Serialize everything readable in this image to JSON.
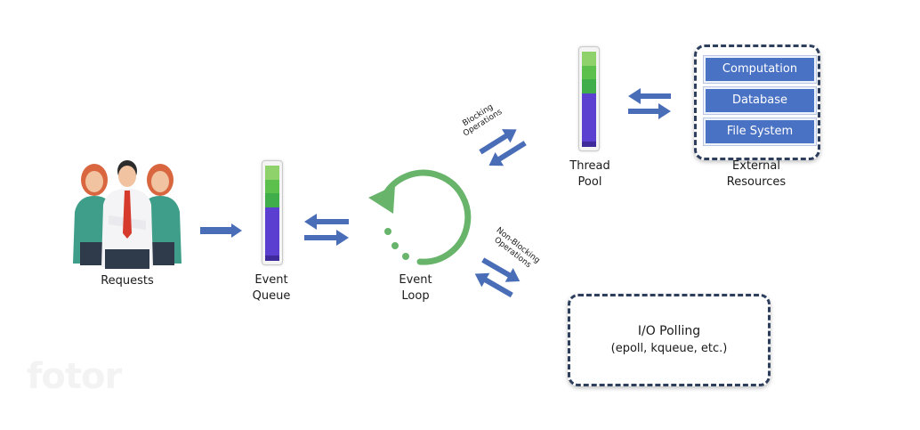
{
  "nodes": {
    "requests": "Requests",
    "event_queue_line1": "Event",
    "event_queue_line2": "Queue",
    "event_loop_line1": "Event",
    "event_loop_line2": "Loop",
    "thread_pool_line1": "Thread",
    "thread_pool_line2": "Pool",
    "external_line1": "External",
    "external_line2": "Resources"
  },
  "resources": [
    "Computation",
    "Database",
    "File System"
  ],
  "io": {
    "line1": "I/O Polling",
    "line2": "(epoll, kqueue, etc.)"
  },
  "edges": {
    "blocking_line1": "Blocking",
    "blocking_line2": "Operations",
    "nonblocking_line1": "Non-Blocking",
    "nonblocking_line2": "Operations"
  },
  "watermark": "fotor",
  "colors": {
    "arrow": "#4a6db8",
    "resource_box": "#4a72c4",
    "dashed_border": "#2e3f5e",
    "loop": "#67b46a",
    "queue_light_green": "#8fd16a",
    "queue_green": "#3fae4a",
    "queue_purple": "#5b3fd0"
  },
  "icons": [
    "people-group-icon",
    "event-loop-cycle-icon"
  ]
}
